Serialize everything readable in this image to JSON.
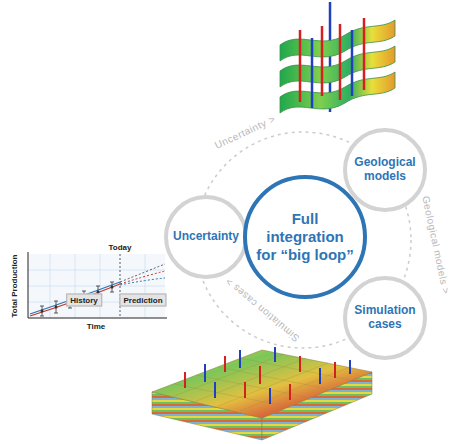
{
  "diagram": {
    "nodes": [
      {
        "text": [
          "Geological models"
        ]
      },
      {
        "text": [
          "Uncertainty"
        ]
      },
      {
        "text": [
          "Full integration for “big loop”"
        ]
      },
      {
        "text": [
          "Simulation cases"
        ]
      }
    ],
    "labels": [
      "Uncertainty >",
      "Geological models >",
      "Simulation cases >",
      "Total Production",
      "Today",
      "History",
      "Prediction",
      "Time"
    ]
  }
}
